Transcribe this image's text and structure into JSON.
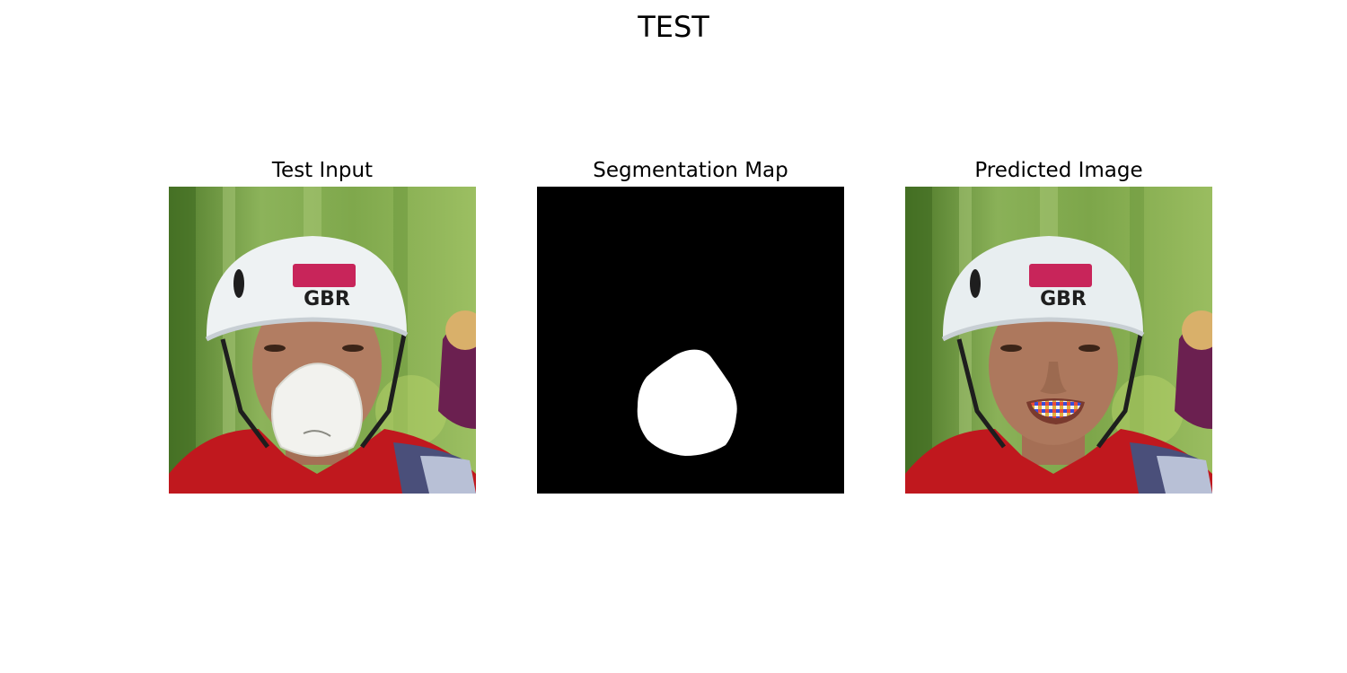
{
  "figure": {
    "title": "TEST"
  },
  "panels": [
    {
      "title": "Test Input",
      "helmet_text": "GBR"
    },
    {
      "title": "Segmentation Map"
    },
    {
      "title": "Predicted Image",
      "helmet_text": "GBR"
    }
  ],
  "colors": {
    "background_green": "#7aa54a",
    "helmet": "#eef2f3",
    "helmet_badge": "#c8255a",
    "jacket_red": "#c0181e",
    "skin": "#b27d62",
    "mask_white": "#f2f2ee",
    "segmentation_bg": "#000000",
    "segmentation_fg": "#ffffff"
  }
}
